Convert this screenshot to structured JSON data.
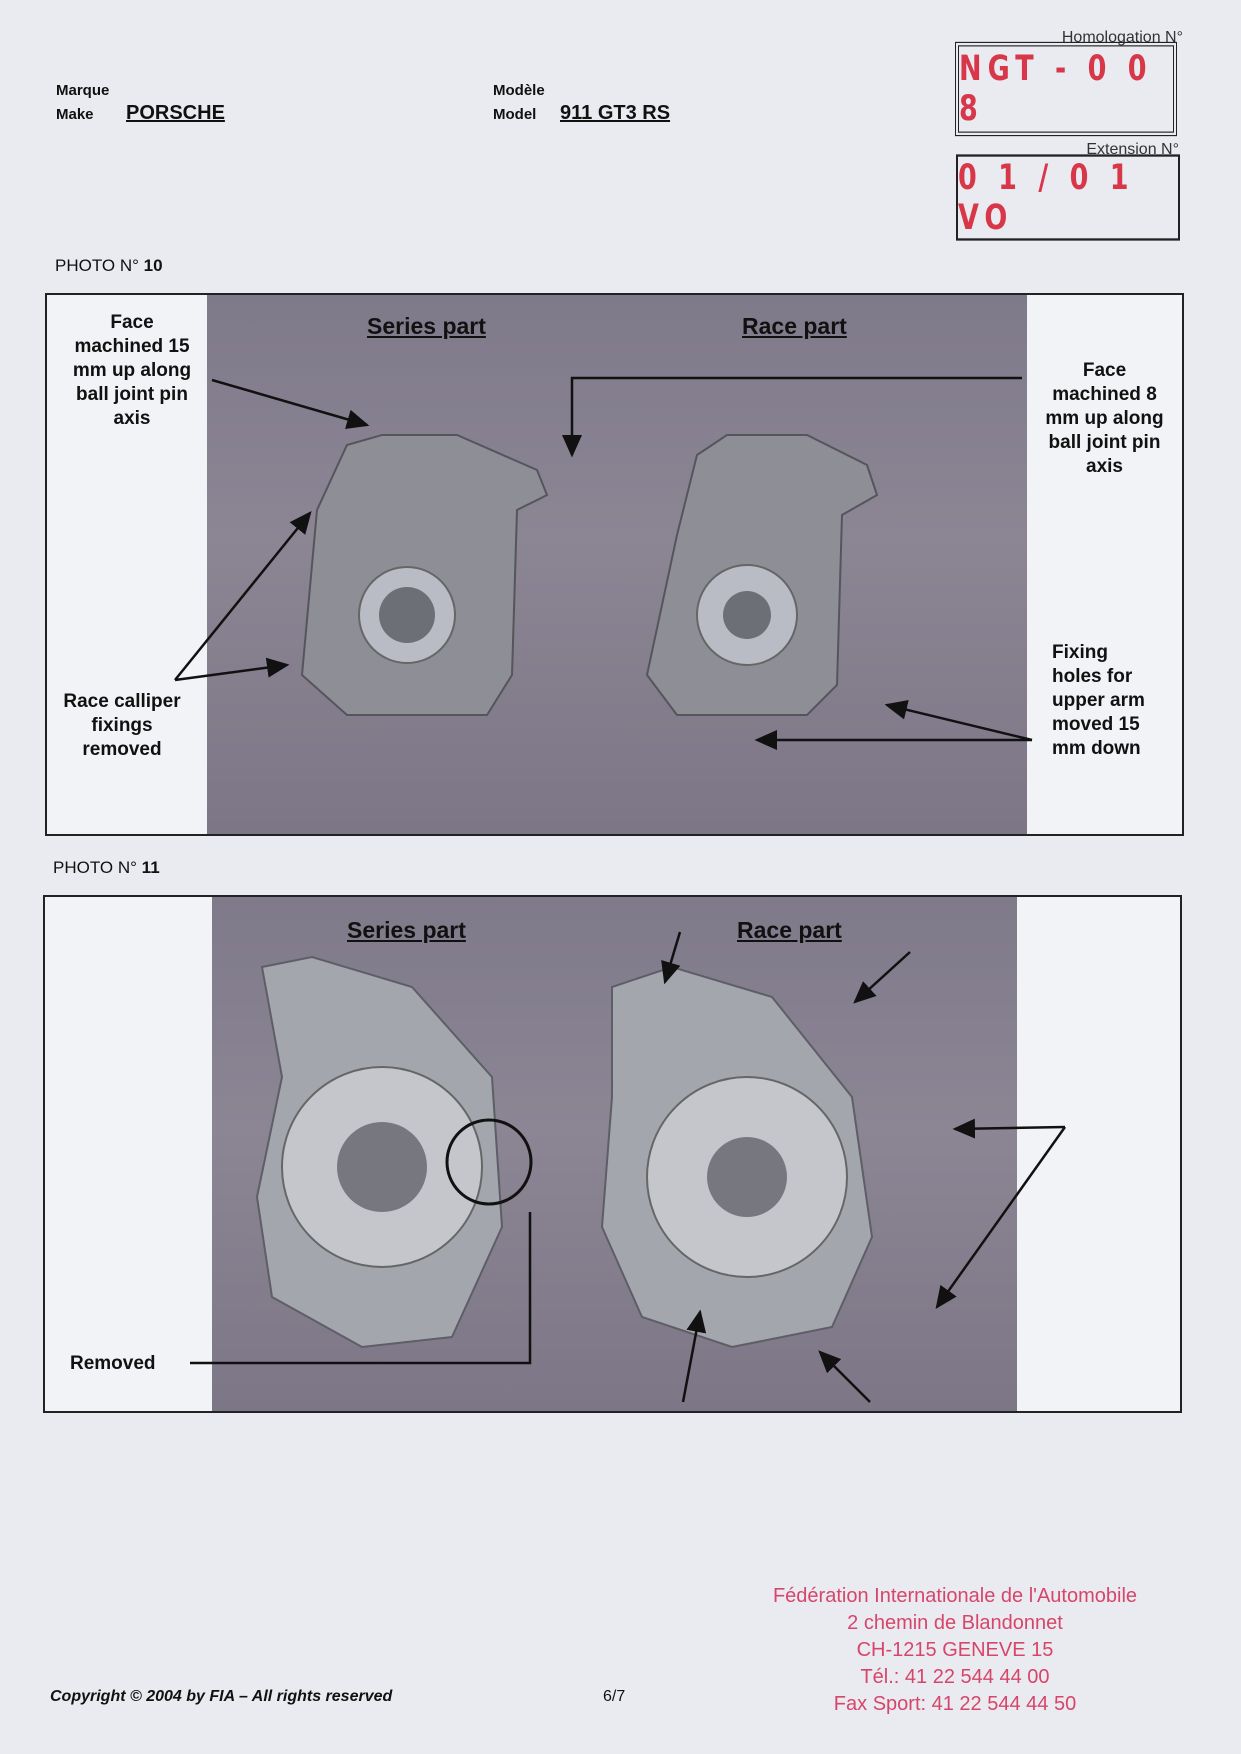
{
  "header": {
    "make_fr": "Marque",
    "make_en": "Make",
    "make_value": "PORSCHE",
    "model_fr": "Modèle",
    "model_en": "Model",
    "model_value": "911 GT3 RS",
    "homologation_label": "Homologation N°",
    "homologation_value": "NGT - 0 0 8",
    "extension_label": "Extension N°",
    "extension_value": "0 1 / 0 1 VO"
  },
  "photo10": {
    "label": "PHOTO N°",
    "number": "10",
    "series_title": "Series part",
    "race_title": "Race part",
    "ann_face15": "Face machined 15 mm up along ball joint pin axis",
    "ann_race_calliper": "Race calliper fixings removed",
    "ann_face8": "Face machined 8 mm up along ball joint pin axis",
    "ann_fixing": "Fixing holes for upper arm moved 15 mm down"
  },
  "photo11": {
    "label": "PHOTO N°",
    "number": "11",
    "series_title": "Series part",
    "race_title": "Race part",
    "ann_removed": "Removed"
  },
  "footer": {
    "copyright": "Copyright © 2004 by FIA – All rights reserved",
    "page": "6/7",
    "fia_lines": [
      "Fédération Internationale de l'Automobile",
      "2 chemin de Blandonnet",
      "CH-1215 GENEVE 15",
      "Tél.: 41 22 544 44 00",
      "Fax Sport: 41 22 544 44 50"
    ]
  },
  "colors": {
    "stamp": "#d8374a",
    "background": "#e9ebf0"
  }
}
